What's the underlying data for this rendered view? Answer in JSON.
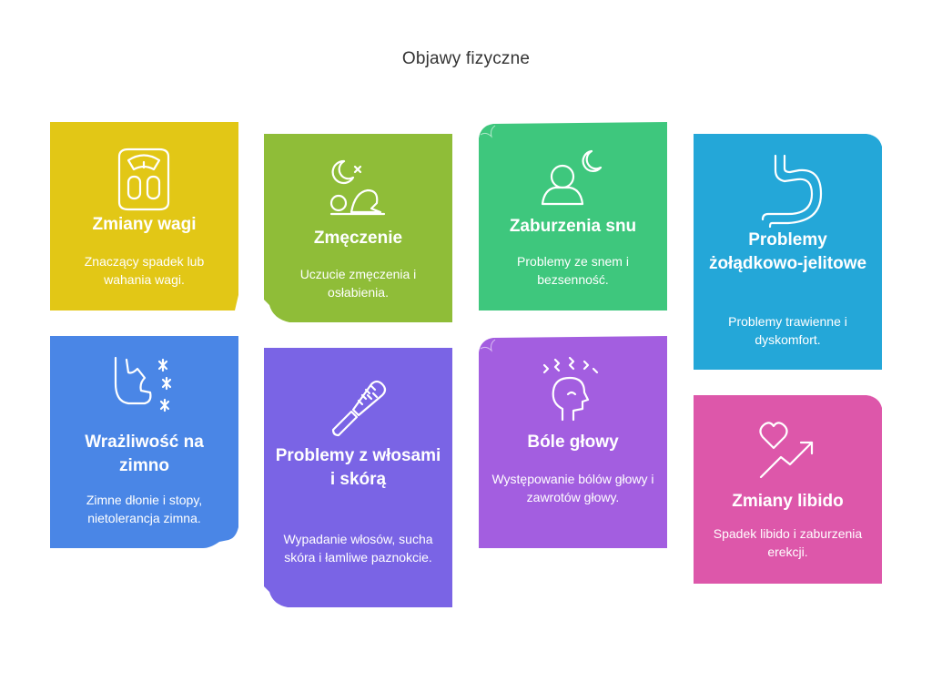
{
  "page": {
    "title": "Objawy fizyczne"
  },
  "cards": [
    {
      "title": "Zmiany wagi",
      "desc": "Znaczący spadek lub wahania wagi.",
      "color": "#e2c716",
      "icon": "scale-icon"
    },
    {
      "title": "Zmęczenie",
      "desc": "Uczucie zmęczenia i osłabienia.",
      "color": "#8fbd38",
      "icon": "tired-person-icon"
    },
    {
      "title": "Zaburzenia snu",
      "desc": "Problemy ze snem i bezsenność.",
      "color": "#3ec77d",
      "icon": "person-moon-icon"
    },
    {
      "title": "Problemy żołądkowo-jelitowe",
      "desc": "Problemy trawienne i dyskomfort.",
      "color": "#24a7d8",
      "icon": "stomach-icon"
    },
    {
      "title": "Wrażliwość na zimno",
      "desc": "Zimne dłonie i stopy, nietolerancja zimna.",
      "color": "#4a86e6",
      "icon": "cold-hand-icon"
    },
    {
      "title": "Problemy z włosami i skórą",
      "desc": "Wypadanie włosów, sucha skóra i łamliwe paznokcie.",
      "color": "#7a64e5",
      "icon": "hairbrush-icon"
    },
    {
      "title": "Bóle głowy",
      "desc": "Występowanie bólów głowy i zawrotów głowy.",
      "color": "#a35ee0",
      "icon": "headache-icon"
    },
    {
      "title": "Zmiany libido",
      "desc": "Spadek libido i zaburzenia erekcji.",
      "color": "#dd57aa",
      "icon": "heart-arrow-icon"
    }
  ]
}
